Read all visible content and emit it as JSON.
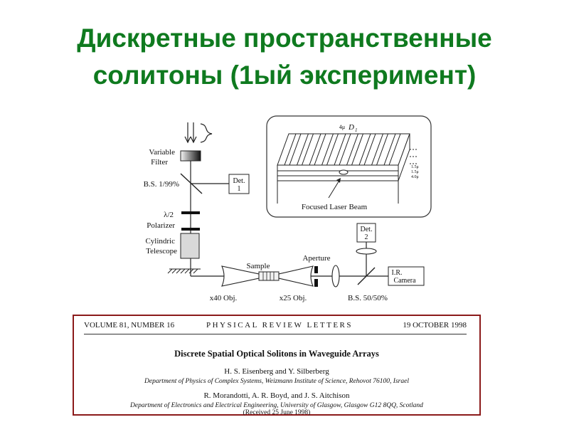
{
  "slide": {
    "title_line1": "Дискретные пространственные",
    "title_line2": "солитоны (1ый эксперимент)"
  },
  "diagram": {
    "labels": {
      "variable_filter_1": "Variable",
      "variable_filter_2": "Filter",
      "bs_1_99": "B.S. 1/99%",
      "det1_1": "Det.",
      "det1_2": "1",
      "half_wave": "λ/2",
      "polarizer": "Polarizer",
      "cylindric_1": "Cylindric",
      "cylindric_2": "Telescope",
      "sample": "Sample",
      "aperture": "Aperture",
      "x40_obj": "x40 Obj.",
      "x25_obj": "x25 Obj.",
      "bs_50_50": "B.S. 50/50%",
      "det2_1": "Det.",
      "det2_2": "2",
      "ir_camera_1": "I.R.",
      "ir_camera_2": "Camera",
      "focused_beam": "Focused Laser Beam",
      "dim_4u": "4μ",
      "dim_d1": "D",
      "dim_d1_sub": "1",
      "layer_1": "1.5μ",
      "layer_2": "1.5μ",
      "layer_3": "4.0μ"
    }
  },
  "paper": {
    "volume": "VOLUME 81, NUMBER 16",
    "journal": "PHYSICAL REVIEW LETTERS",
    "date": "19 OCTOBER 1998",
    "title": "Discrete Spatial Optical Solitons in Waveguide Arrays",
    "authors1": "H. S. Eisenberg and Y. Silberberg",
    "affiliation1": "Department of Physics of Complex Systems, Weizmann Institute of Science, Rehovot 76100, Israel",
    "authors2": "R. Morandotti, A. R. Boyd, and J. S. Aitchison",
    "affiliation2": "Department of Electronics and Electrical Engineering, University of Glasgow, Glasgow G12 8QQ, Scotland",
    "received": "(Received 25 June 1998)"
  }
}
